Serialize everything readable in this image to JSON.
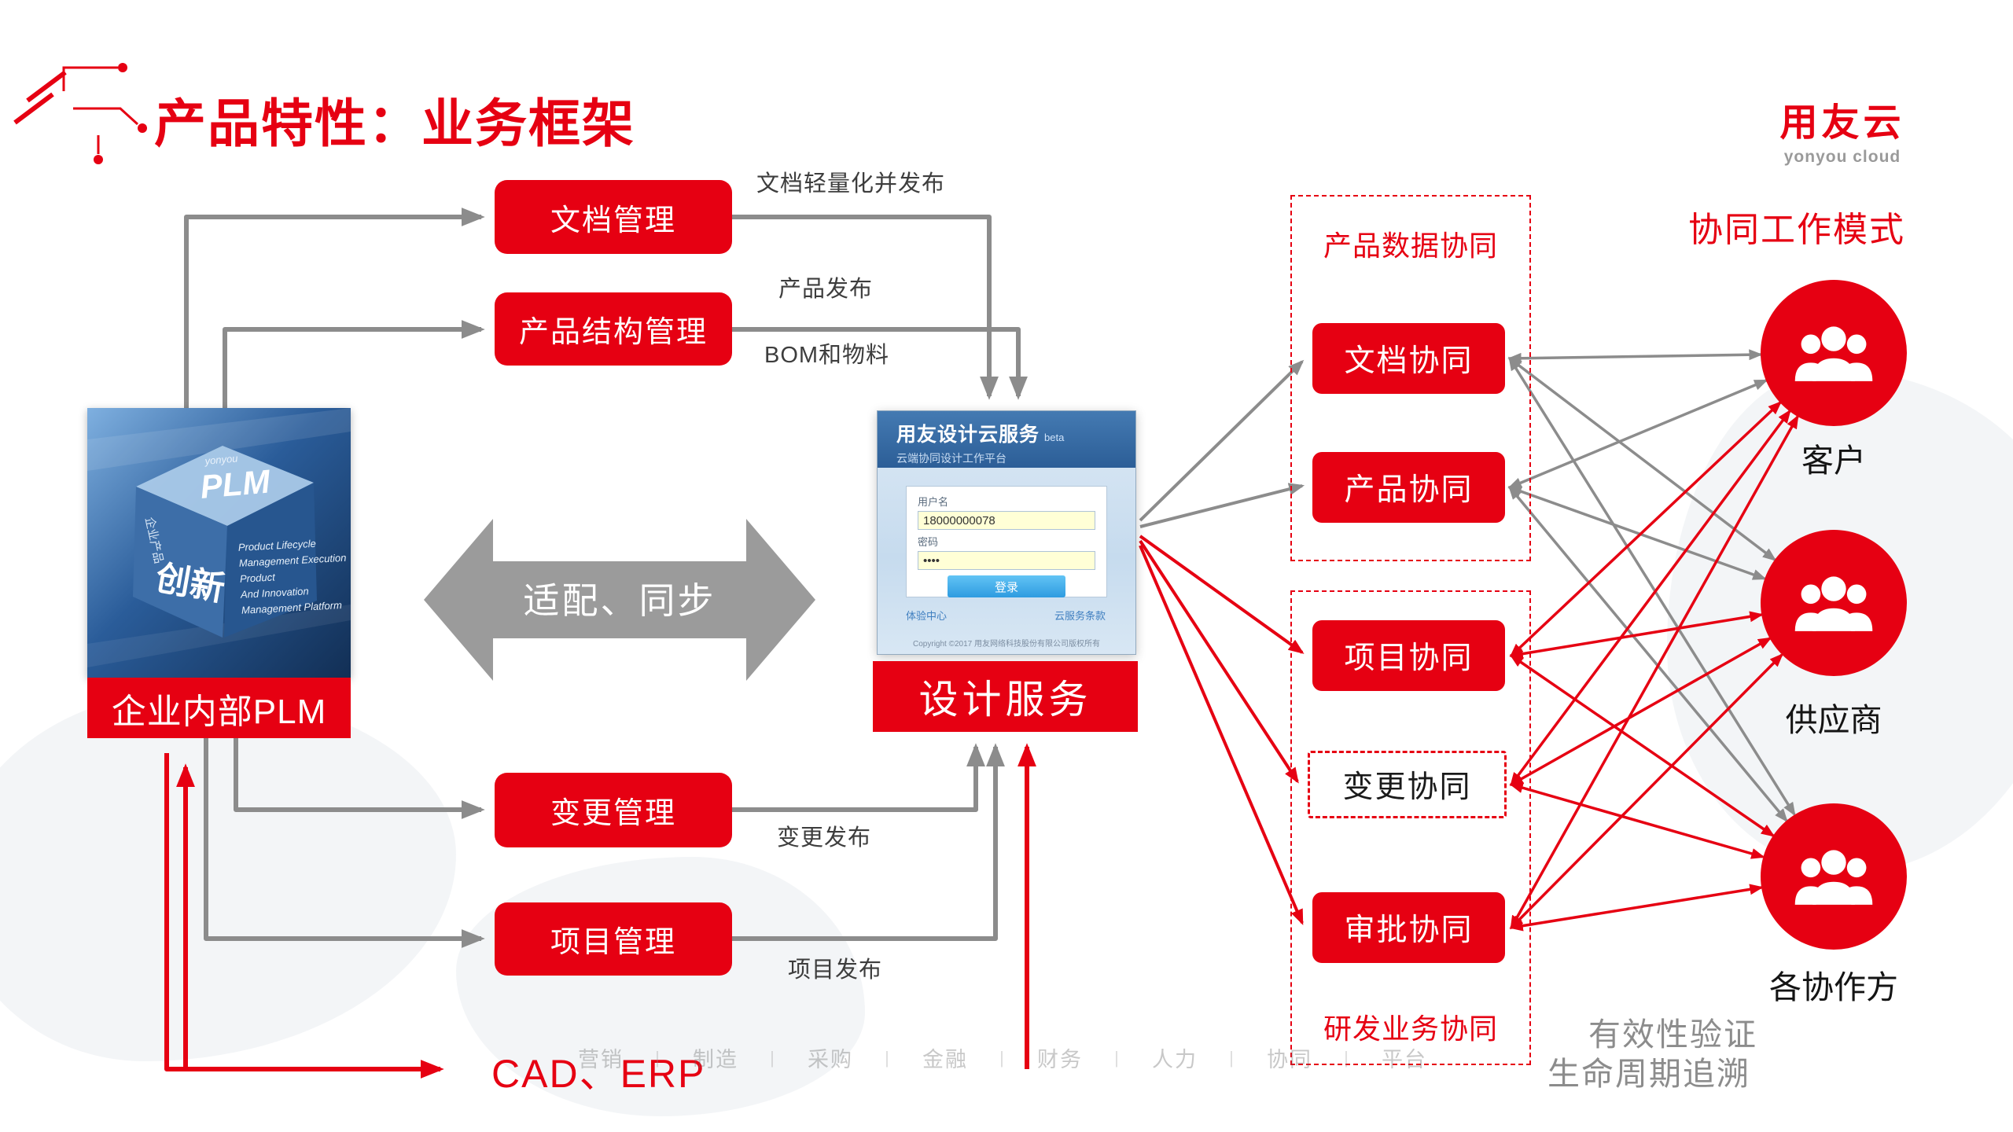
{
  "title": "产品特性：业务框架",
  "logo": {
    "name": "用友云",
    "subtitle": "yonyou cloud"
  },
  "modules": {
    "doc": "文档管理",
    "structure": "产品结构管理",
    "change": "变更管理",
    "project": "项目管理"
  },
  "flow_labels": {
    "doc_publish": "文档轻量化并发布",
    "product_publish": "产品发布",
    "bom": "BOM和物料",
    "change_publish": "变更发布",
    "project_publish": "项目发布",
    "sync": "适配、同步"
  },
  "plm": {
    "caption": "企业内部PLM",
    "cube_brand": "yonyou",
    "cube_top": "PLM",
    "cube_left_big": "创新",
    "cube_left_side": "企业产品",
    "cube_right_line1": "Product Lifecycle",
    "cube_right_line2": "Management Execution",
    "cube_right_line3": "Product",
    "cube_right_line4": "And Innovation",
    "cube_right_line5": "Management Platform"
  },
  "design_cloud": {
    "caption": "设计服务",
    "window_title": "用友设计云服务",
    "window_title_badge": "beta",
    "window_subtitle": "云端协同设计工作平台",
    "username_label": "用户名",
    "username_value": "18000000078",
    "password_label": "密码",
    "password_value": "••••",
    "login_button": "登录",
    "link_left": "体验中心",
    "link_right": "云服务条款",
    "copyright": "Copyright ©2017 用友网络科技股份有限公司版权所有"
  },
  "collaboration": {
    "top_group_label": "产品数据协同",
    "bottom_group_label": "研发业务协同",
    "items": [
      {
        "label": "文档协同"
      },
      {
        "label": "产品协同"
      },
      {
        "label": "项目协同"
      },
      {
        "label": "变更协同"
      },
      {
        "label": "审批协同"
      }
    ]
  },
  "work_mode": {
    "title": "协同工作模式",
    "roles": [
      {
        "label": "客户"
      },
      {
        "label": "供应商"
      },
      {
        "label": "各协作方"
      }
    ]
  },
  "integration": {
    "cad_erp": "CAD、ERP"
  },
  "notes": {
    "line1": "有效性验证",
    "line2": "生命周期追溯"
  },
  "footer": {
    "separator": "|",
    "items": [
      "营销",
      "制造",
      "采购",
      "金融",
      "财务",
      "人力",
      "协同",
      "平台"
    ]
  },
  "colors": {
    "brand_red": "#e60012",
    "arrow_gray": "#8c8c8c",
    "login_header_blue": "#2c5e97"
  }
}
